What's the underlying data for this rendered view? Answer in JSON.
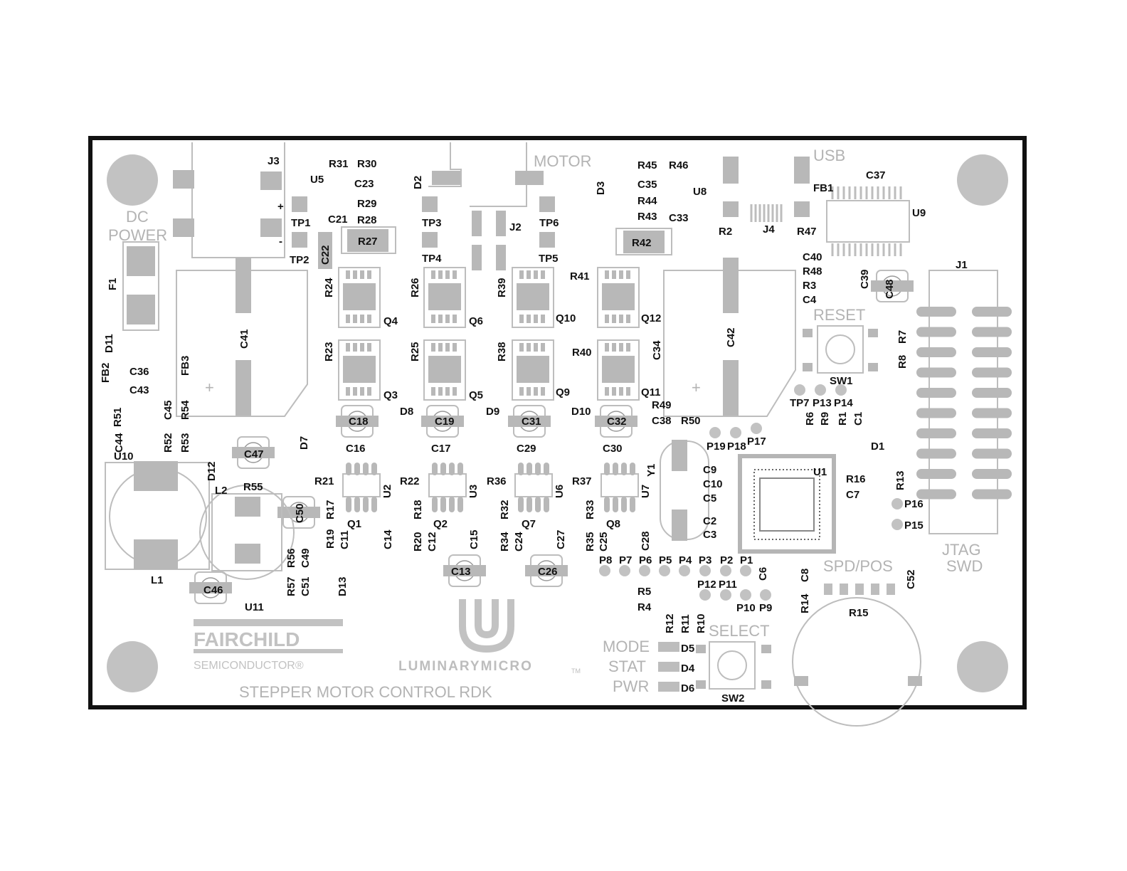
{
  "board": {
    "title": "STEPPER MOTOR CONTROL RDK",
    "headers": {
      "dc_power": [
        "DC",
        "POWER"
      ],
      "motor": "MOTOR",
      "usb": "USB",
      "reset": "RESET",
      "jtag": [
        "JTAG",
        "SWD"
      ],
      "spd_pos": "SPD/POS",
      "select": "SELECT"
    },
    "leds": [
      "MODE",
      "STAT",
      "PWR"
    ],
    "logos": {
      "fairchild": "FAIRCHILD",
      "fairchild_sub": "SEMICONDUCTOR®",
      "luminary": "LUMINARYMICRO",
      "luminary_tm": "TM"
    },
    "pin_signs": {
      "plus": "+",
      "minus": "-"
    }
  },
  "labels": [
    "J3",
    "R31",
    "R30",
    "U5",
    "C23",
    "R29",
    "C21",
    "R28",
    "D2",
    "TP3",
    "TP4",
    "TP1",
    "TP2",
    "J2",
    "TP6",
    "TP5",
    "R45",
    "R46",
    "D3",
    "C35",
    "U8",
    "R44",
    "R43",
    "C33",
    "R42",
    "R27",
    "C22",
    "R24",
    "R26",
    "R39",
    "R41",
    "Q4",
    "Q6",
    "Q10",
    "Q12",
    "R23",
    "R25",
    "R38",
    "R40",
    "C34",
    "Q3",
    "Q5",
    "Q9",
    "Q11",
    "C41",
    "F1",
    "D11",
    "FB2",
    "C36",
    "FB3",
    "C43",
    "R51",
    "C45",
    "R54",
    "C44",
    "U10",
    "R52",
    "R53",
    "D12",
    "C47",
    "L2",
    "R55",
    "L1",
    "C50",
    "R56",
    "C49",
    "R57",
    "C51",
    "D13",
    "C46",
    "U11",
    "C18",
    "D8",
    "C19",
    "D9",
    "C31",
    "D10",
    "C32",
    "R49",
    "C38",
    "R50",
    "D7",
    "C16",
    "C17",
    "C29",
    "C30",
    "R21",
    "U2",
    "R22",
    "U3",
    "R36",
    "U6",
    "R37",
    "U7",
    "R17",
    "R18",
    "R32",
    "R33",
    "R19",
    "C11",
    "C14",
    "R20",
    "C12",
    "C15",
    "R34",
    "C24",
    "C27",
    "R35",
    "C25",
    "C28",
    "Q1",
    "Q2",
    "Q7",
    "Q8",
    "C13",
    "C26",
    "Y1",
    "C9",
    "C10",
    "C5",
    "C2",
    "C3",
    "U1",
    "P19",
    "P18",
    "P17",
    "P8",
    "P7",
    "P6",
    "P5",
    "P4",
    "P3",
    "P2",
    "P1",
    "C6",
    "P12",
    "P11",
    "P10",
    "P9",
    "R5",
    "R4",
    "R12",
    "R11",
    "R10",
    "D5",
    "D4",
    "D6",
    "SW2",
    "C42",
    "R2",
    "J4",
    "R47",
    "FB1",
    "C37",
    "U9",
    "C40",
    "R48",
    "R3",
    "C4",
    "C39",
    "C48",
    "SW1",
    "R7",
    "R8",
    "TP7",
    "P13",
    "P14",
    "R6",
    "R9",
    "R1",
    "C1",
    "D1",
    "R16",
    "C7",
    "R13",
    "P16",
    "P15",
    "J1",
    "C8",
    "R14",
    "R15",
    "C52"
  ]
}
